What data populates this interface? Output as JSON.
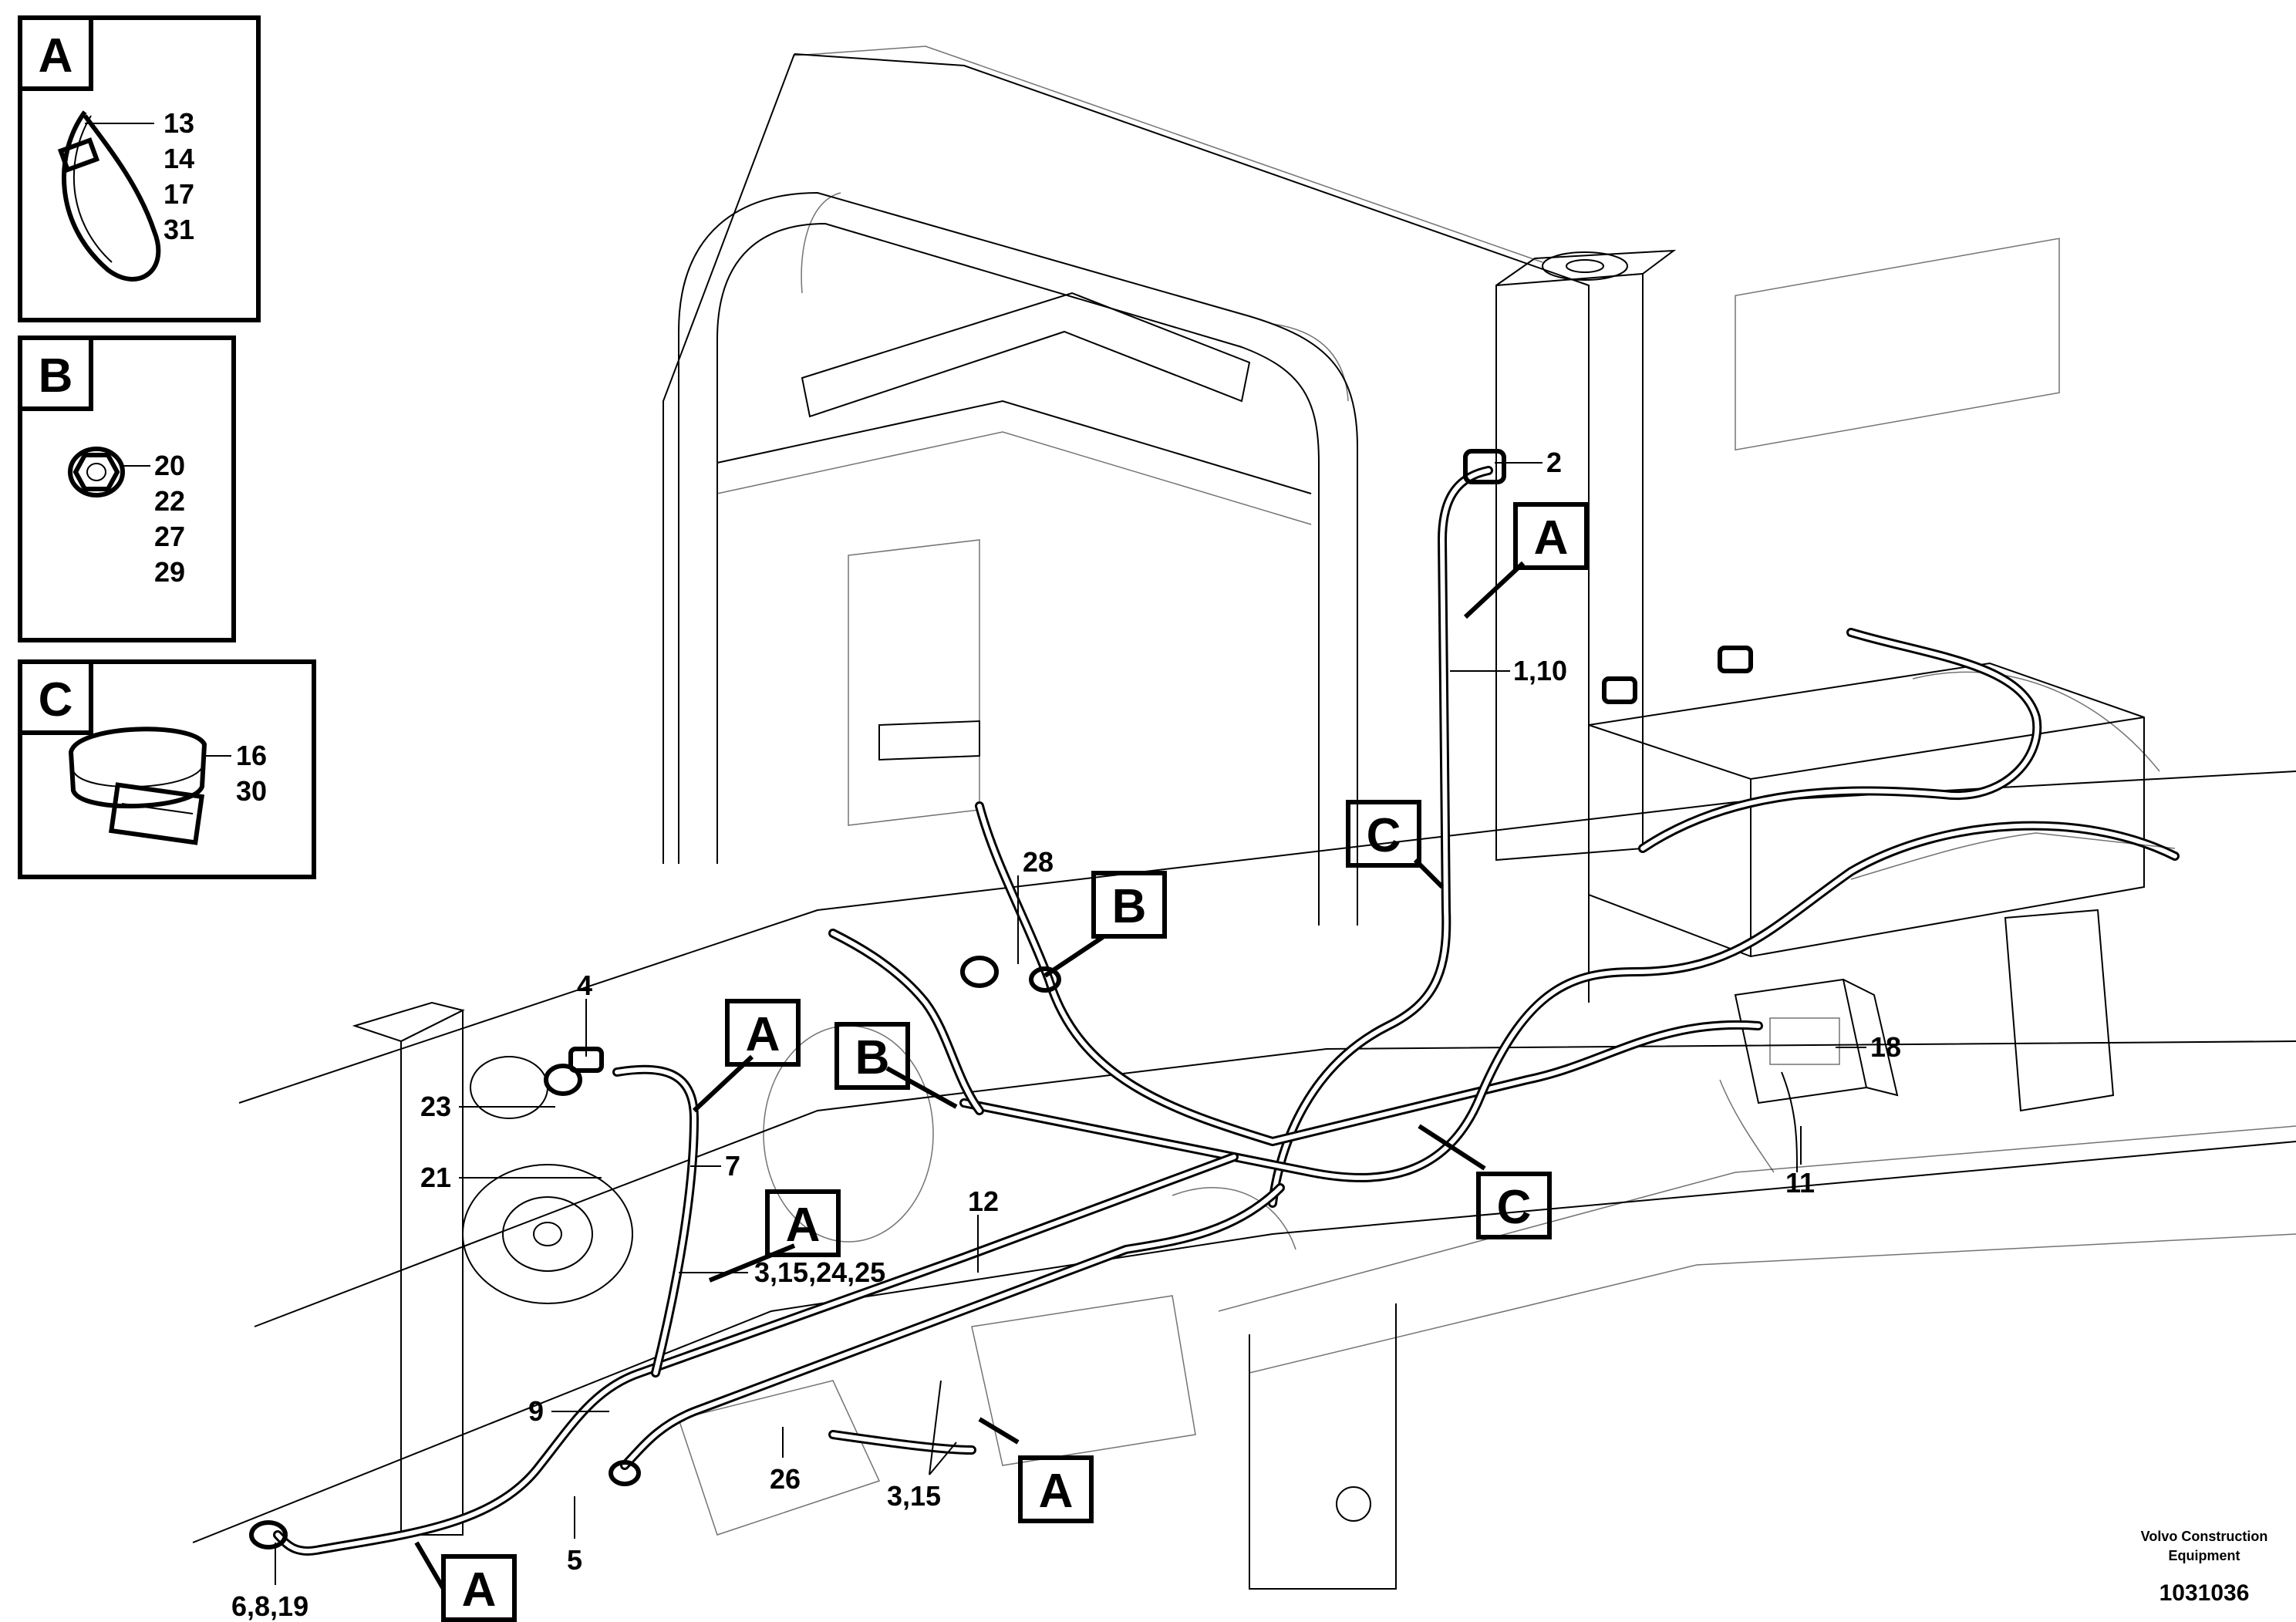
{
  "legend": {
    "A": {
      "letter": "A",
      "parts": [
        "13",
        "14",
        "17",
        "31"
      ]
    },
    "B": {
      "letter": "B",
      "parts": [
        "20",
        "22",
        "27",
        "29"
      ]
    },
    "C": {
      "letter": "C",
      "parts": [
        "16",
        "30"
      ]
    }
  },
  "callouts": {
    "c2": "2",
    "c1_10": "1,10",
    "c28": "28",
    "c4": "4",
    "c23": "23",
    "c21": "21",
    "c7": "7",
    "c3_15_24_25": "3,15,24,25",
    "c12": "12",
    "c18": "18",
    "c11": "11",
    "c9": "9",
    "c26": "26",
    "c3_15": "3,15",
    "c5": "5",
    "c6_8_19": "6,8,19"
  },
  "tags": {
    "A": "A",
    "B": "B",
    "C": "C"
  },
  "footer": {
    "brand_line1": "Volvo Construction",
    "brand_line2": "Equipment",
    "doc_number": "1031036"
  }
}
